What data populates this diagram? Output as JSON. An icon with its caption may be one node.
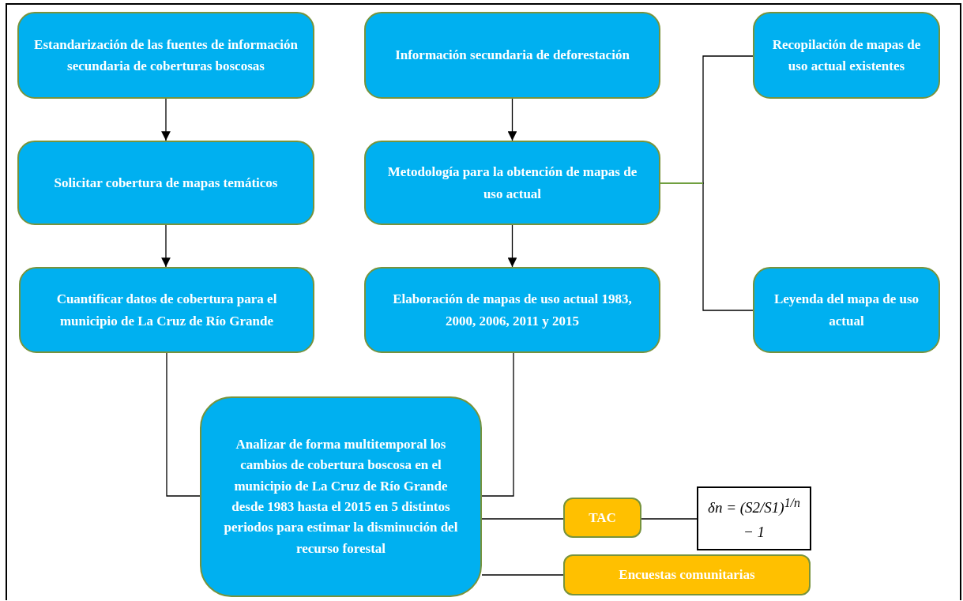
{
  "diagram": {
    "nodes": [
      {
        "text": [
          "Estandarización de las fuentes de información secundaria de coberturas boscosas"
        ]
      },
      {
        "text": [
          "Información secundaria de deforestación"
        ]
      },
      {
        "text": [
          "Recopilación de mapas de uso actual existentes"
        ]
      },
      {
        "text": [
          "Solicitar cobertura de mapas temáticos"
        ]
      },
      {
        "text": [
          "Metodología para la obtención de mapas de uso actual"
        ]
      },
      {
        "text": [
          "Cuantificar datos de cobertura para el municipio de La Cruz de Río Grande"
        ]
      },
      {
        "text": [
          "Elaboración de mapas de uso actual 1983, 2000, 2006, 2011 y 2015"
        ]
      },
      {
        "text": [
          "Leyenda del mapa de uso actual"
        ]
      },
      {
        "text": [
          "Analizar de forma multitemporal los cambios de cobertura boscosa en el municipio de La Cruz de Río Grande desde 1983 hasta el 2015 en 5 distintos periodos para estimar la disminución del recurso forestal"
        ]
      },
      {
        "text": [
          "TAC"
        ]
      },
      {
        "text": [
          "δn = (S2/S1)$^{1/n}$ − 1"
        ]
      },
      {
        "text": [
          "Encuestas comunitarias"
        ]
      }
    ],
    "edges": [
      {
        "from": 0,
        "to": 3,
        "arrow": "to"
      },
      {
        "from": 3,
        "to": 5,
        "arrow": "to"
      },
      {
        "from": 1,
        "to": 4,
        "arrow": "to"
      },
      {
        "from": 4,
        "to": 6,
        "arrow": "to"
      },
      {
        "from": 4,
        "to": 2,
        "arrow": "none"
      },
      {
        "from": 4,
        "to": 7,
        "arrow": "none"
      },
      {
        "from": 5,
        "to": 8,
        "arrow": "none"
      },
      {
        "from": 6,
        "to": 8,
        "arrow": "none"
      },
      {
        "from": 8,
        "to": 9,
        "arrow": "none"
      },
      {
        "from": 9,
        "to": 10,
        "arrow": "none"
      },
      {
        "from": 8,
        "to": 11,
        "arrow": "none"
      }
    ]
  }
}
